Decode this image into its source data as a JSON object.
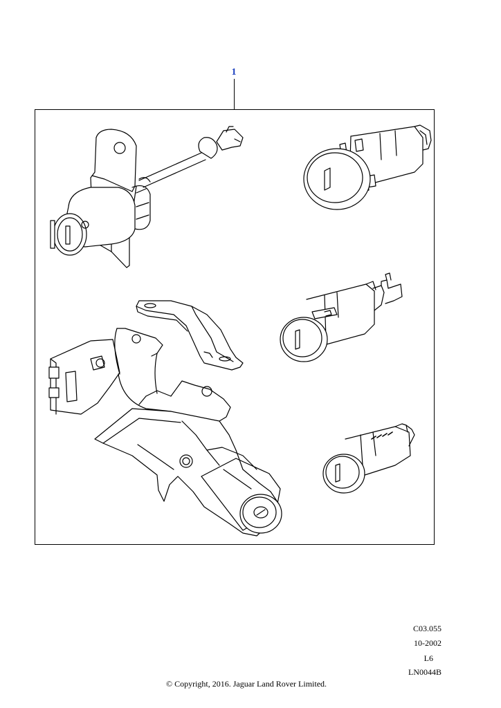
{
  "callout": {
    "number": "1"
  },
  "parts": [
    {
      "name": "driver-door-lock-with-bracket"
    },
    {
      "name": "tailgate-lock-cylinder"
    },
    {
      "name": "mounting-clamp"
    },
    {
      "name": "door-lock-cylinder"
    },
    {
      "name": "ignition-switch-lock"
    },
    {
      "name": "small-lock-cylinder"
    }
  ],
  "info": {
    "code": "C03.055",
    "date": "10-2002",
    "level": "L6",
    "illustration": "LN0044B"
  },
  "copyright": "© Copyright, 2016. Jaguar Land Rover Limited.",
  "colors": {
    "callout": "#1a3fbf",
    "line": "#000000"
  }
}
